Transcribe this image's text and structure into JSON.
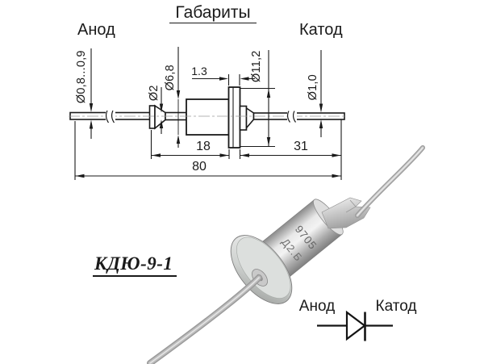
{
  "title": "Габариты",
  "top_labels": {
    "anode": "Анод",
    "cathode": "Катод"
  },
  "dimensions": {
    "anode_lead_diameter": "Ø0,8...0,9",
    "pin_diameter": "Ø2",
    "body_diameter": "Ø6,8",
    "flange_thickness": "1.3",
    "flange_diameter": "Ø11,2",
    "cathode_lead_diameter": "Ø1,0",
    "body_length": "18",
    "cathode_lead_length": "31",
    "overall_length": "80"
  },
  "part_number": "КДЮ-9-1",
  "photo_markings": {
    "line1": "Д2.Б",
    "line2": "9705"
  },
  "symbol_labels": {
    "anode": "Анод",
    "cathode": "Катод"
  },
  "colors": {
    "line": "#1a1a1a",
    "background": "#ffffff",
    "metal_light": "#ececec",
    "metal_dark": "#8a8a8a"
  }
}
